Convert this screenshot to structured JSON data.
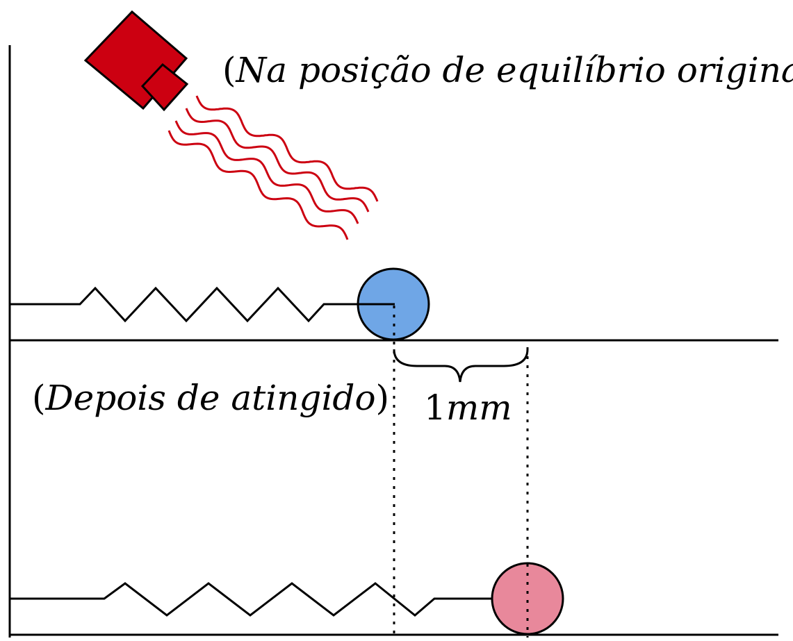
{
  "labels": {
    "top": {
      "open": "(",
      "body": "Na posição de equilíbrio original",
      "close": ")"
    },
    "bottom": {
      "open": "(",
      "body": "Depois de atingido",
      "close": ")"
    },
    "distance": {
      "number": "1",
      "unit": "mm"
    }
  },
  "colors": {
    "laser_red": "#cc0011",
    "ball_equilibrium": "#6fa6e6",
    "ball_displaced": "#e8889b",
    "ink": "#000000"
  },
  "icons": {
    "laser_source": "red-square-emitter",
    "beam": "wavy-red-lines"
  }
}
